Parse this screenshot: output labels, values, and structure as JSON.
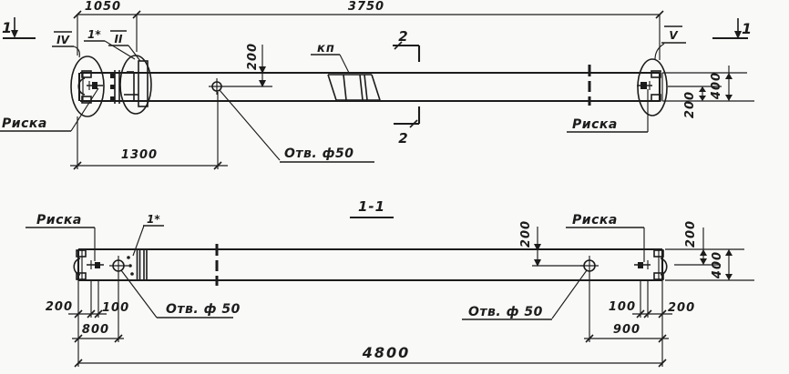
{
  "colors": {
    "ink": "#1c1c1c",
    "paper": "#f9f9f7"
  },
  "top_view": {
    "section_mark_left": "1",
    "section_mark_right": "1",
    "dim_1050": "1050",
    "dim_3750": "3750",
    "dim_1300": "1300",
    "dim_hole_offset_200": "200",
    "detail_mark_iv": "IV",
    "detail_mark_ii": "II",
    "detail_mark_v": "V",
    "rebar_mark_1star": "1*",
    "kp_label": "кп",
    "section2_top": "2",
    "section2_bottom": "2",
    "riska_left": "Риска",
    "riska_right": "Риска",
    "hole_label": "Отв. ф50",
    "dim_200_right": "200",
    "dim_400_right": "400"
  },
  "section_view": {
    "title": "1-1",
    "riska_left": "Риска",
    "riska_right": "Риска",
    "rebar_mark_1star": "1*",
    "hole_label_left": "Отв. ф 50",
    "hole_label_right": "Отв. ф 50",
    "dim_200_left": "200",
    "dim_100_left": "100",
    "dim_800": "800",
    "dim_4800": "4800",
    "dim_100_right": "100",
    "dim_200_right": "200",
    "dim_900": "900",
    "dim_200_mid": "200",
    "dim_200_top_right": "200",
    "dim_400_right": "400"
  }
}
